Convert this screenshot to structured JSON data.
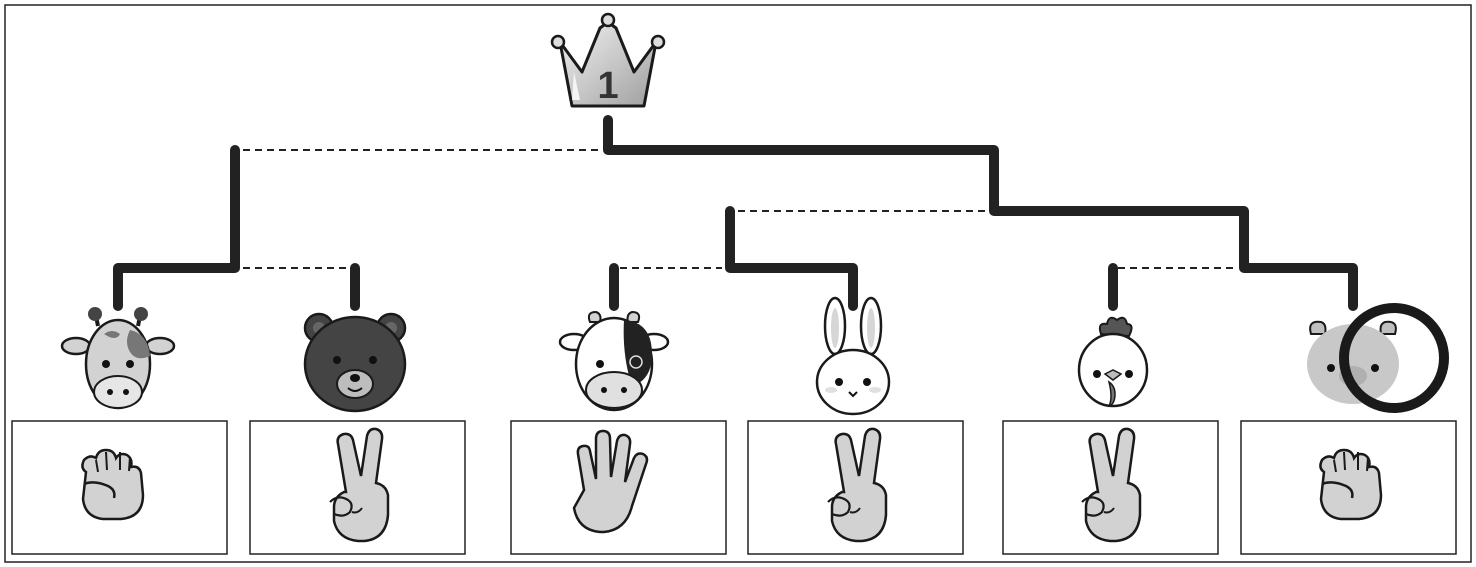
{
  "trophy": {
    "icon": "crown-icon",
    "rank_label": "1"
  },
  "contestants": [
    {
      "animal": "giraffe",
      "icon": "giraffe-icon",
      "hand": "rock",
      "hand_icon": "fist-icon"
    },
    {
      "animal": "bear",
      "icon": "bear-icon",
      "hand": "scissors",
      "hand_icon": "peace-sign-icon"
    },
    {
      "animal": "cow",
      "icon": "cow-icon",
      "hand": "paper",
      "hand_icon": "open-palm-icon"
    },
    {
      "animal": "rabbit",
      "icon": "rabbit-icon",
      "hand": "scissors",
      "hand_icon": "peace-sign-icon"
    },
    {
      "animal": "chicken",
      "icon": "chicken-icon",
      "hand": "scissors",
      "hand_icon": "peace-sign-icon"
    },
    {
      "animal": "pig",
      "icon": "pig-icon",
      "hand": "rock",
      "hand_icon": "fist-icon"
    }
  ],
  "winner": {
    "animal": "pig",
    "marker": "circle-marker-icon"
  },
  "colors": {
    "line": "#222222",
    "icon_fill": "#d2d2d2",
    "dark_fill": "#444444",
    "outline": "#1a1a1a"
  }
}
